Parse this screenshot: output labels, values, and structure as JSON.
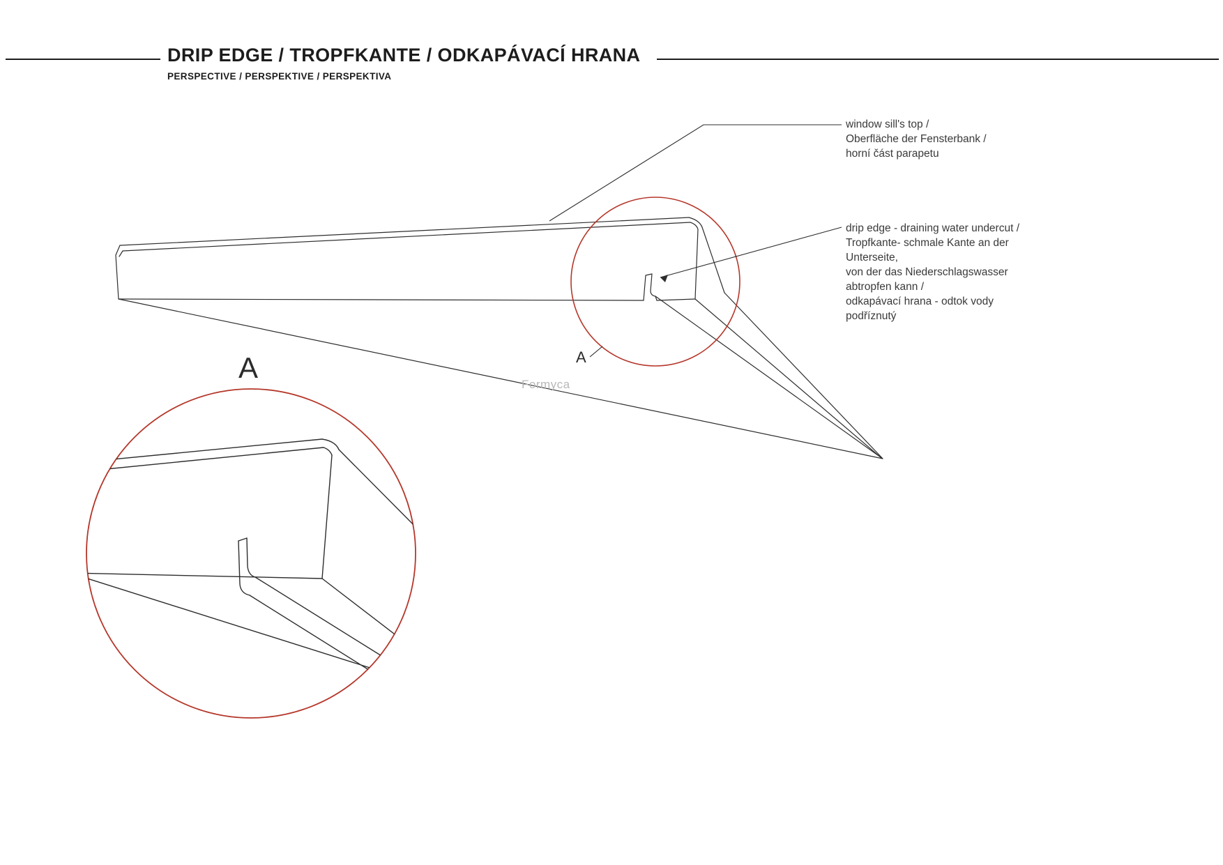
{
  "header": {
    "title": "DRIP EDGE / TROPFKANTE / ODKAPÁVACÍ HRANA",
    "subtitle": "PERSPECTIVE / PERSPEKTIVE / PERSPEKTIVA"
  },
  "callouts": {
    "sill_top": {
      "lines": [
        "window sill's top /",
        "Oberfläche der Fensterbank /",
        "horní část parapetu"
      ]
    },
    "drip_edge": {
      "lines": [
        "drip edge - draining water undercut /",
        "Tropfkante- schmale Kante an der",
        "Unterseite,",
        "von der das Niederschlagswasser",
        "abtropfen kann /",
        "odkapávací hrana - odtok vody",
        "podříznutý"
      ]
    }
  },
  "labels": {
    "detail_marker": "A",
    "detail_title": "A"
  },
  "watermark": "Formyca",
  "colors": {
    "accent_red": "#b5372a",
    "line": "#2d2d2d"
  }
}
